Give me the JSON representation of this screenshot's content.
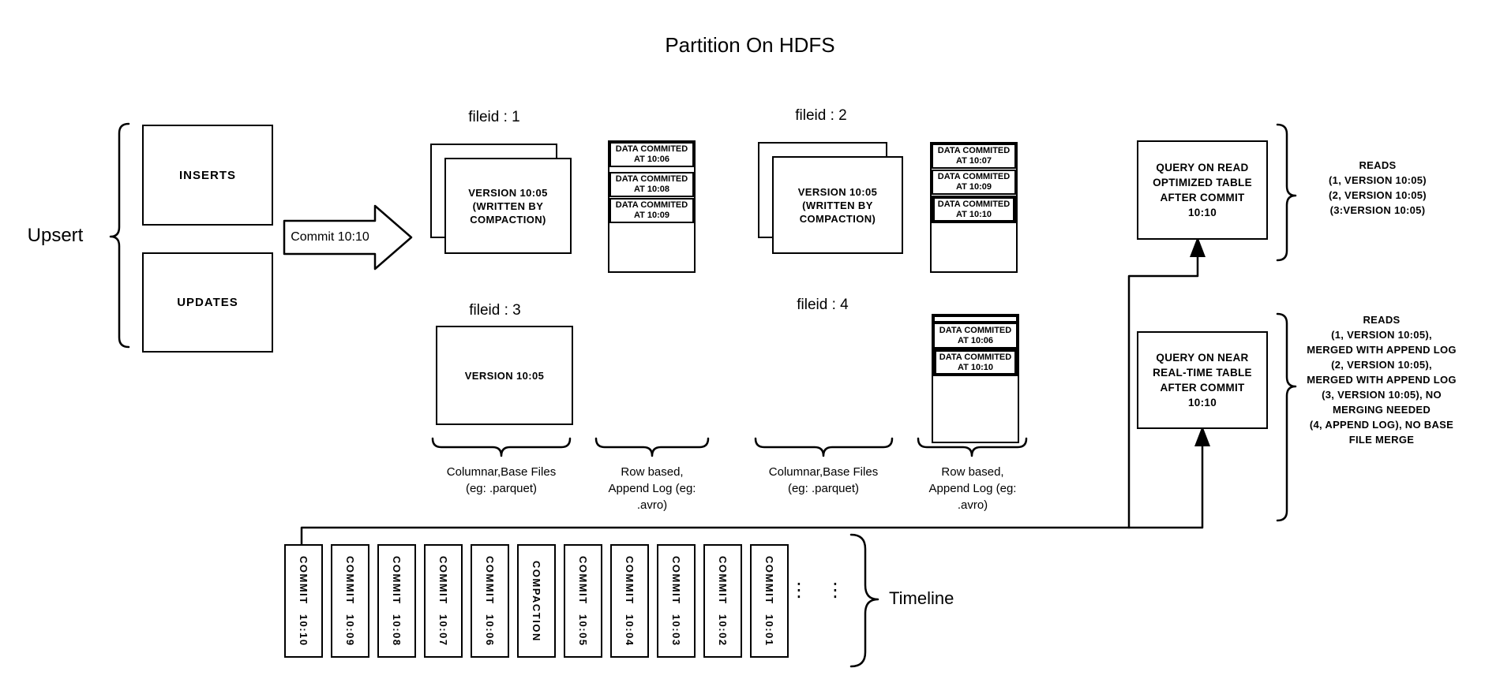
{
  "title": "Partition On HDFS",
  "colors": {
    "ink": "#000000",
    "background": "#ffffff"
  },
  "upsert": {
    "label": "Upsert",
    "inputs": [
      {
        "label": "INSERTS"
      },
      {
        "label": "UPDATES"
      }
    ]
  },
  "commit_arrow": {
    "label": "Commit 10:10"
  },
  "file_groups": [
    {
      "id_label": "fileid : 1",
      "base_file": "VERSION 10:05\n(WRITTEN BY\nCOMPACTION)"
    },
    {
      "id_label": "fileid : 2",
      "base_file": "VERSION 10:05\n(WRITTEN BY\nCOMPACTION)"
    },
    {
      "id_label": "fileid : 3",
      "base_file": "VERSION 10:05"
    },
    {
      "id_label": "fileid : 4"
    }
  ],
  "append_logs": [
    {
      "for_fileid": "1",
      "segments": [
        "DATA COMMITED\nAT 10:06",
        "DATA COMMITED\nAT 10:08",
        "DATA COMMITED\nAT 10:09"
      ]
    },
    {
      "for_fileid": "2",
      "segments": [
        "DATA COMMITED\nAT 10:07",
        "DATA COMMITED\nAT 10:09",
        "DATA COMMITED\nAT 10:10"
      ]
    },
    {
      "for_fileid": "4",
      "segments": [
        "DATA COMMITED\nAT 10:06",
        "DATA COMMITED\nAT 10:10"
      ]
    }
  ],
  "legend": {
    "columnar": "Columnar,Base Files\n(eg: .parquet)",
    "row_based": "Row based,\nAppend Log (eg:\n.avro)"
  },
  "queries": [
    {
      "box": "QUERY ON READ\nOPTIMIZED TABLE\nAFTER COMMIT\n10:10",
      "reads": "READS\n(1, VERSION 10:05)\n(2, VERSION 10:05)\n(3:VERSION 10:05)"
    },
    {
      "box": "QUERY ON NEAR\nREAL-TIME TABLE\nAFTER COMMIT\n10:10",
      "reads": "READS\n(1, VERSION 10:05),\nMERGED WITH APPEND LOG\n(2, VERSION 10:05),\nMERGED WITH APPEND LOG\n(3, VERSION 10:05), NO\nMERGING NEEDED\n(4, APPEND LOG), NO BASE\nFILE MERGE"
    }
  ],
  "timeline": {
    "label": "Timeline",
    "ellipsis": "⋮",
    "items": [
      "COMMIT 10:10",
      "COMMIT 10:09",
      "COMMIT 10:08",
      "COMMIT 10:07",
      "COMMIT 10:06",
      "COMPACTION",
      "COMMIT 10:05",
      "COMMIT 10:04",
      "COMMIT 10:03",
      "COMMIT 10:02",
      "COMMIT 10:01"
    ]
  }
}
